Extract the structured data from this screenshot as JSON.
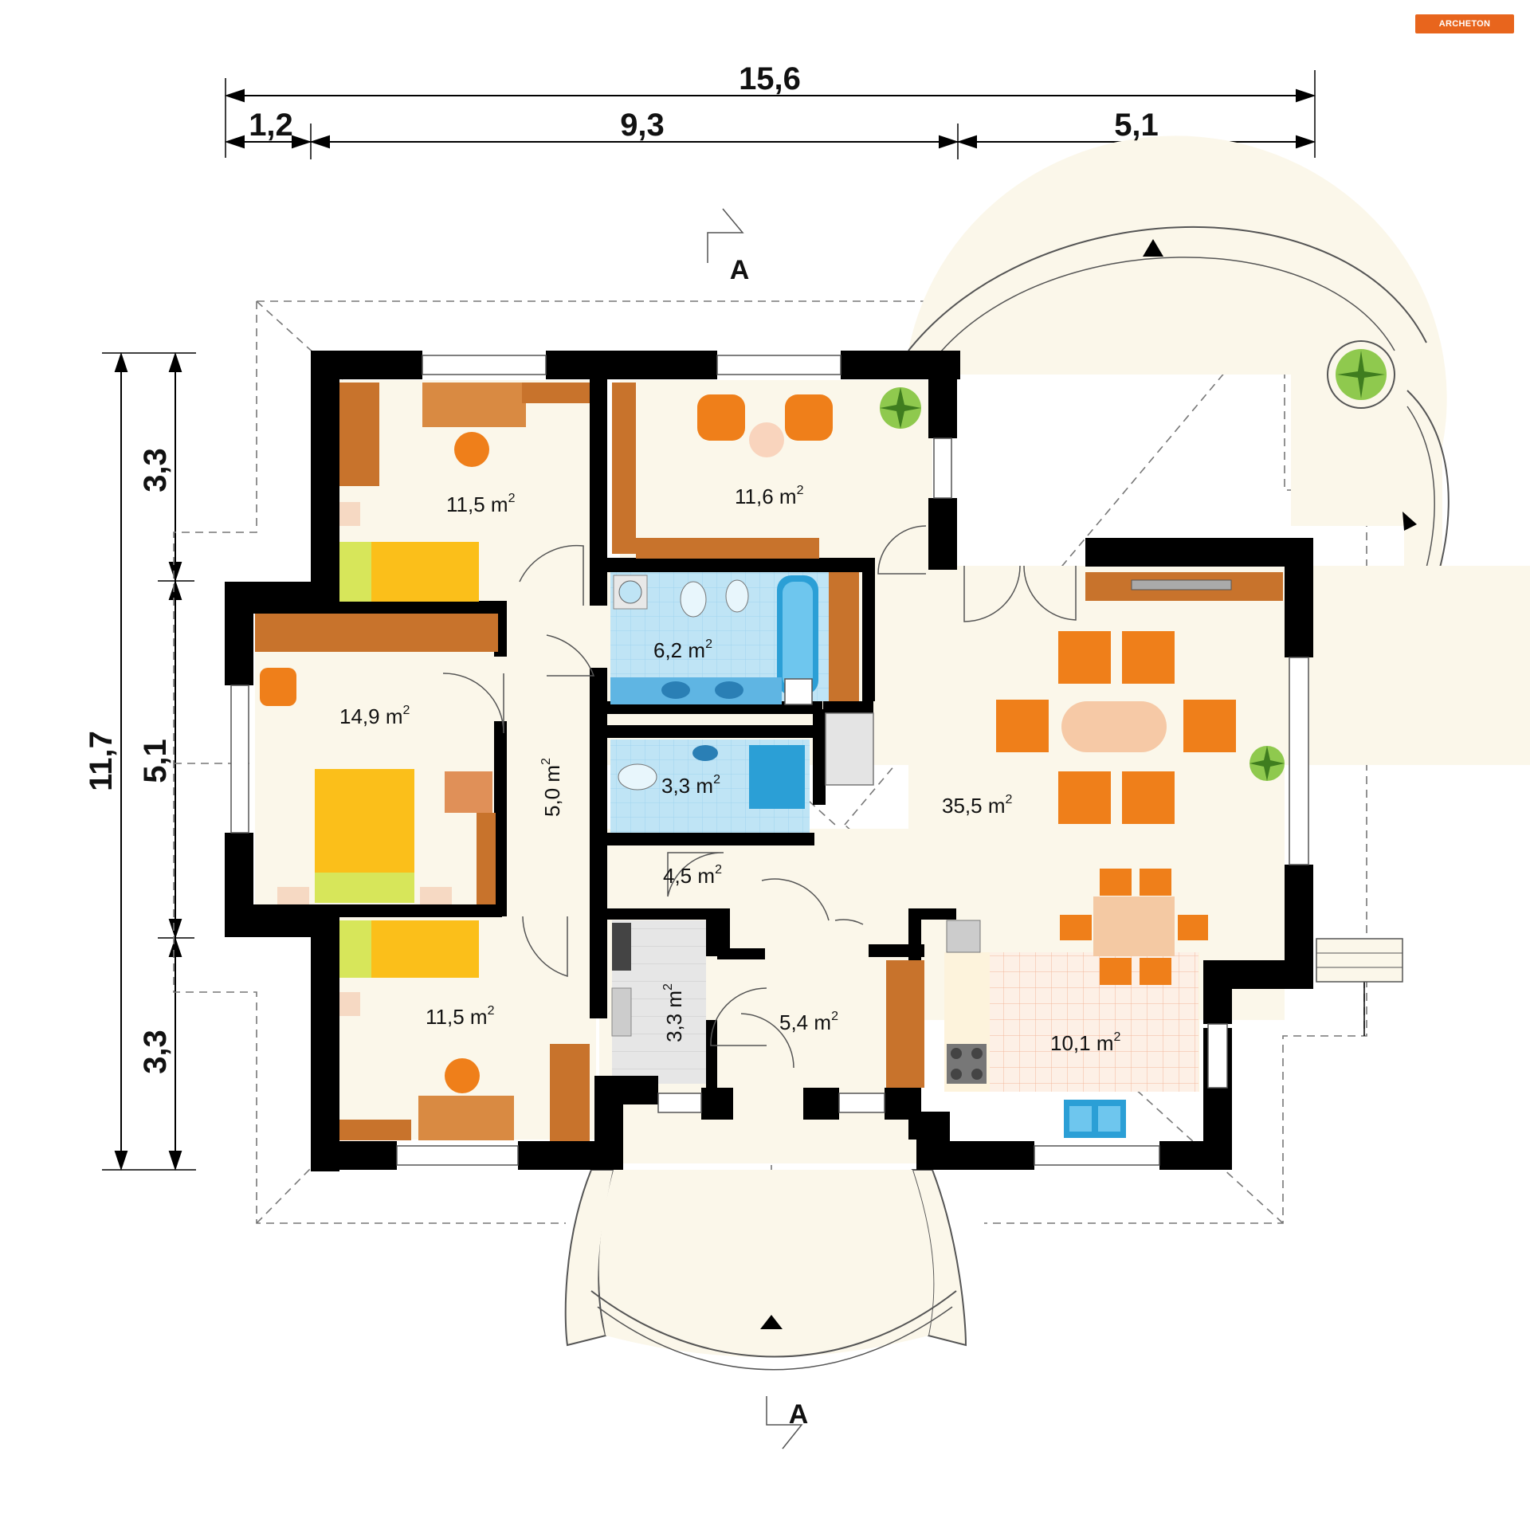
{
  "brand": {
    "logo_text": "ARCHETON"
  },
  "dimensions": {
    "overall_width": "15,6",
    "width_segments": [
      "1,2",
      "9,3",
      "5,1"
    ],
    "overall_depth": "11,7",
    "depth_segments": [
      "3,3",
      "5,1",
      "3,3"
    ]
  },
  "section_marker": "A",
  "rooms": [
    {
      "id": "bedroom-top-left",
      "value": "11,5"
    },
    {
      "id": "room-top-middle",
      "value": "11,6"
    },
    {
      "id": "bedroom-left",
      "value": "14,9"
    },
    {
      "id": "bathroom",
      "value": "6,2"
    },
    {
      "id": "wc",
      "value": "3,3"
    },
    {
      "id": "corridor",
      "value": "5,0"
    },
    {
      "id": "hall",
      "value": "4,5"
    },
    {
      "id": "living-room",
      "value": "35,5"
    },
    {
      "id": "utility",
      "value": "3,3"
    },
    {
      "id": "entrance",
      "value": "5,4"
    },
    {
      "id": "bedroom-bottom-left",
      "value": "11,5"
    },
    {
      "id": "kitchen",
      "value": "10,1"
    }
  ],
  "area_unit": "m",
  "area_unit_exponent": "2",
  "colors": {
    "wall": "#000000",
    "floor": "#fbf7ea",
    "furniture_wood": "#c8732c",
    "chair_orange": "#ef7f1a",
    "bed_yellow": "#fbbf1a",
    "bath_tile": "#bfe4f5",
    "kitchen_tile": "#fbe6d8"
  }
}
